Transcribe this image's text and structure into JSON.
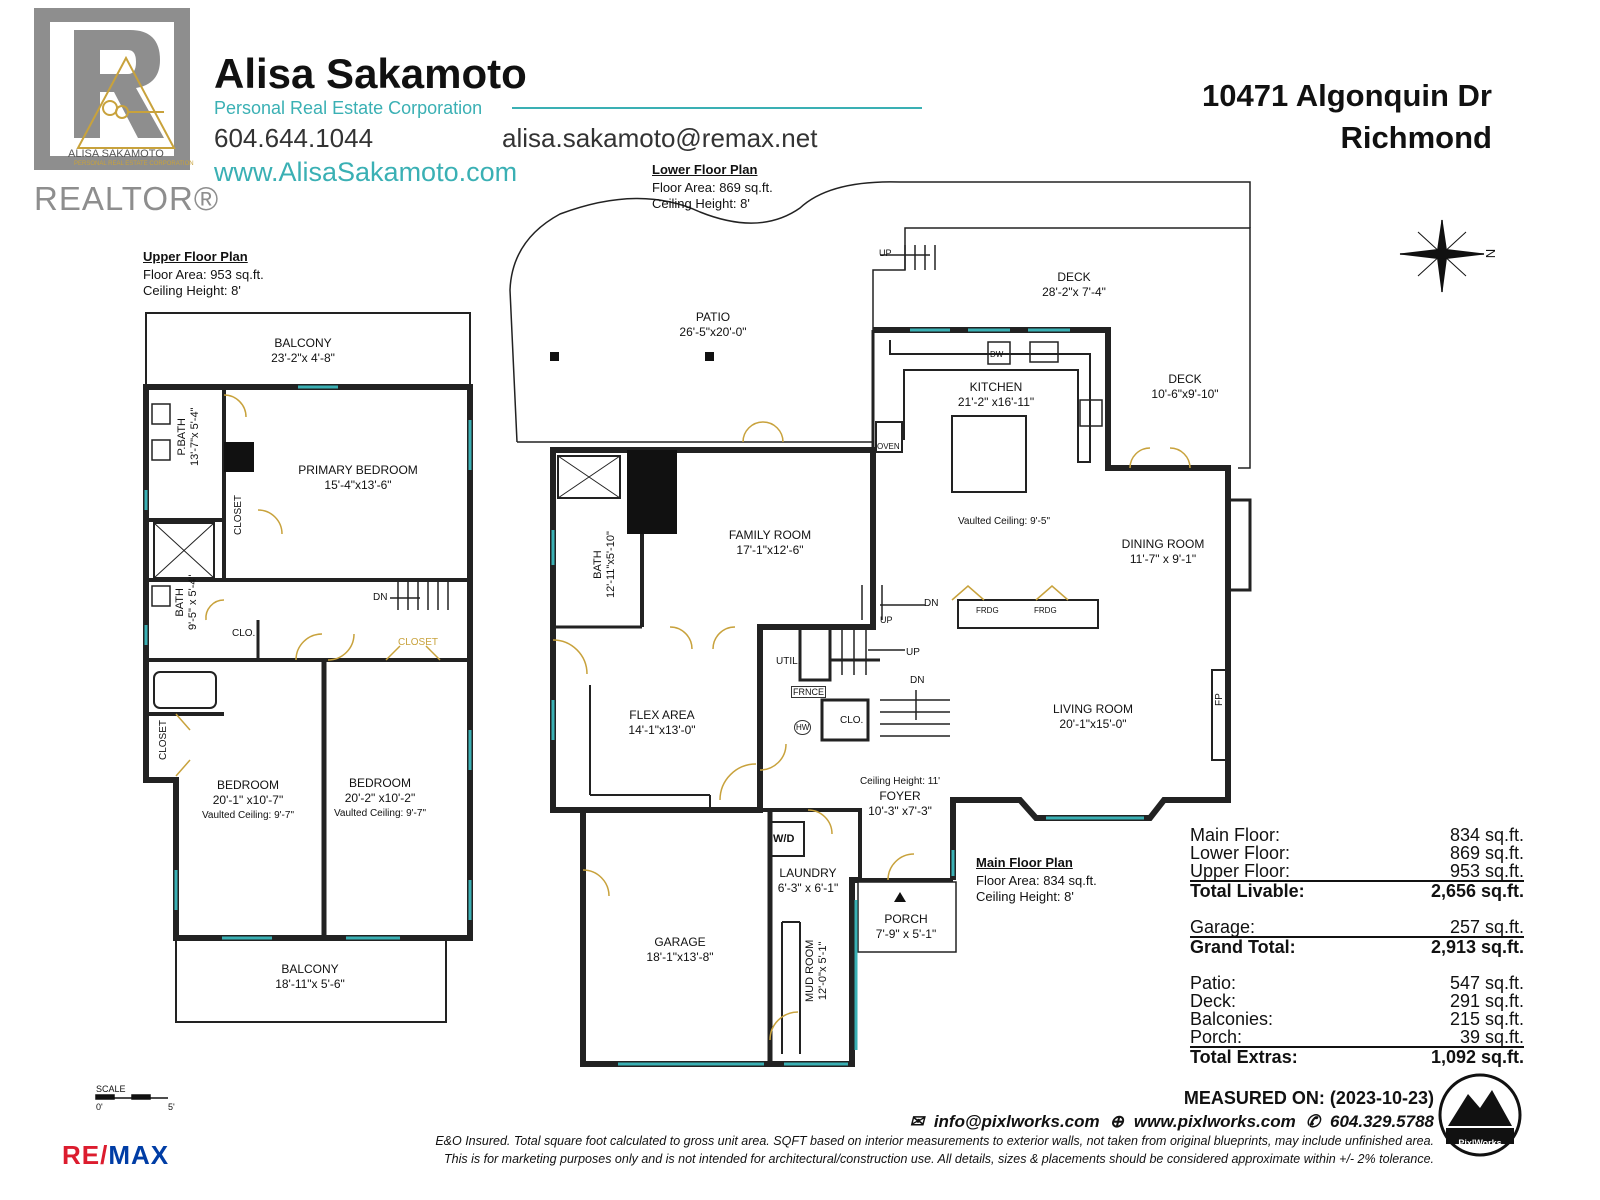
{
  "agent": {
    "name": "Alisa Sakamoto",
    "corporation": "Personal Real Estate Corporation",
    "phone": "604.644.1044",
    "email": "alisa.sakamoto@remax.net",
    "website": "www.AlisaSakamoto.com",
    "logo_caption": "ALISA SAKAMOTO",
    "logo_subcaption": "PERSONAL REAL ESTATE CORPORATION",
    "realtor_mark": "REALTOR®"
  },
  "property": {
    "address_line1": "10471 Algonquin Dr",
    "address_line2": "Richmond"
  },
  "colors": {
    "accent": "#3ab0b4",
    "gold": "#c8a23c",
    "remax_red": "#dc1c2e",
    "remax_blue": "#003da5"
  },
  "upper_plan": {
    "title": "Upper Floor Plan",
    "area": "Floor Area: 953 sq.ft.",
    "ceiling": "Ceiling Height: 8'",
    "rooms": {
      "balcony_top": {
        "name": "BALCONY",
        "dim": "23'-2\"x 4'-8\""
      },
      "primary_bedroom": {
        "name": "PRIMARY BEDROOM",
        "dim": "15'-4\"x13'-6\""
      },
      "pbath": {
        "name": "P.BATH",
        "dim": "13'-7\"x 5'-4\""
      },
      "closet1": "CLOSET",
      "bath": {
        "name": "BATH",
        "dim": "9'-5\" x 5'-4\""
      },
      "clo": "CLO.",
      "closet2": "CLOSET",
      "closet3": "CLOSET",
      "dn": "DN",
      "bedroom1": {
        "name": "BEDROOM",
        "dim": "20'-1\" x10'-7\"",
        "ceiling": "Vaulted Ceiling: 9'-7\""
      },
      "bedroom2": {
        "name": "BEDROOM",
        "dim": "20'-2\" x10'-2\"",
        "ceiling": "Vaulted Ceiling: 9'-7\""
      },
      "balcony_bottom": {
        "name": "BALCONY",
        "dim": "18'-11\"x 5'-6\""
      }
    }
  },
  "lower_plan": {
    "title": "Lower Floor Plan",
    "area": "Floor Area: 869 sq.ft.",
    "ceiling": "Ceiling Height: 8'",
    "rooms": {
      "patio": {
        "name": "PATIO",
        "dim": "26'-5\"x20'-0\""
      },
      "family_room": {
        "name": "FAMILY ROOM",
        "dim": "17'-1\"x12'-6\""
      },
      "bath": {
        "name": "BATH",
        "dim": "12'-11\"x5'-10\""
      },
      "flex_area": {
        "name": "FLEX AREA",
        "dim": "14'-1\"x13'-0\""
      },
      "util": "UTIL.",
      "frnce": "FRNCE",
      "hw": "HW",
      "garage": {
        "name": "GARAGE",
        "dim": "18'-1\"x13'-8\""
      },
      "wd": "W/D",
      "laundry": {
        "name": "LAUNDRY",
        "dim": "6'-3\" x 6'-1\""
      },
      "mud_room": {
        "name": "MUD ROOM",
        "dim": "12'-0\"x 5'-1\""
      },
      "up": "UP"
    }
  },
  "main_plan": {
    "title": "Main Floor Plan",
    "area": "Floor Area: 834 sq.ft.",
    "ceiling": "Ceiling Height: 8'",
    "rooms": {
      "deck1": {
        "name": "DECK",
        "dim": "28'-2\"x 7'-4\""
      },
      "deck2": {
        "name": "DECK",
        "dim": "10'-6\"x9'-10\""
      },
      "kitchen": {
        "name": "KITCHEN",
        "dim": "21'-2\" x16'-11\""
      },
      "vaulted": "Vaulted Ceiling: 9'-5\"",
      "dining_room": {
        "name": "DINING ROOM",
        "dim": "11'-7\" x  9'-1\""
      },
      "living_room": {
        "name": "LIVING ROOM",
        "dim": "20'-1\"x15'-0\""
      },
      "foyer": {
        "name": "FOYER",
        "dim": "10'-3\" x7'-3\"",
        "ceiling": "Ceiling Height: 11'"
      },
      "clo": "CLO.",
      "porch": {
        "name": "PORCH",
        "dim": "7'-9\" x 5'-1\""
      },
      "dw": "DW",
      "oven": "OVEN",
      "frdg1": "FRDG",
      "frdg2": "FRDG",
      "fp": "FP",
      "up": "UP",
      "dn1": "DN",
      "dn2": "DN",
      "up2": "UP"
    }
  },
  "compass": {
    "label": "N"
  },
  "totals": [
    {
      "label": "Main Floor:",
      "value": "834 sq.ft.",
      "bold": false
    },
    {
      "label": "Lower Floor:",
      "value": "869 sq.ft.",
      "bold": false
    },
    {
      "label": "Upper Floor:",
      "value": "953 sq.ft.",
      "bold": false
    },
    {
      "label": "Total Livable:",
      "value": "2,656 sq.ft.",
      "bold": true
    },
    {
      "label": "Garage:",
      "value": "257 sq.ft.",
      "bold": false,
      "gap": true
    },
    {
      "label": "Grand Total:",
      "value": "2,913 sq.ft.",
      "bold": true
    },
    {
      "label": "Patio:",
      "value": "547 sq.ft.",
      "bold": false,
      "gap": true
    },
    {
      "label": "Deck:",
      "value": "291 sq.ft.",
      "bold": false
    },
    {
      "label": "Balconies:",
      "value": "215 sq.ft.",
      "bold": false
    },
    {
      "label": "Porch:",
      "value": "39 sq.ft.",
      "bold": false
    },
    {
      "label": "Total Extras:",
      "value": "1,092 sq.ft.",
      "bold": true
    }
  ],
  "measured": "MEASURED ON: (2023-10-23)",
  "contact": {
    "email": "info@pixlworks.com",
    "web": "www.pixlworks.com",
    "phone": "604.329.5788"
  },
  "pixlworks_logo": "PixlWorks",
  "disclaimer1": "E&O Insured.  Total square foot calculated to gross unit area. SQFT based on interior measurements to exterior walls, not taken from original blueprints, may include unfinished area.",
  "disclaimer2": "This is for marketing purposes only and is not intended for architectural/construction use.  All details, sizes & placements should be considered approximate within +/- 2%  tolerance.",
  "scale": {
    "label": "SCALE",
    "min": "0'",
    "max": "5'"
  },
  "remax": {
    "re": "RE/",
    "max": "MAX"
  }
}
